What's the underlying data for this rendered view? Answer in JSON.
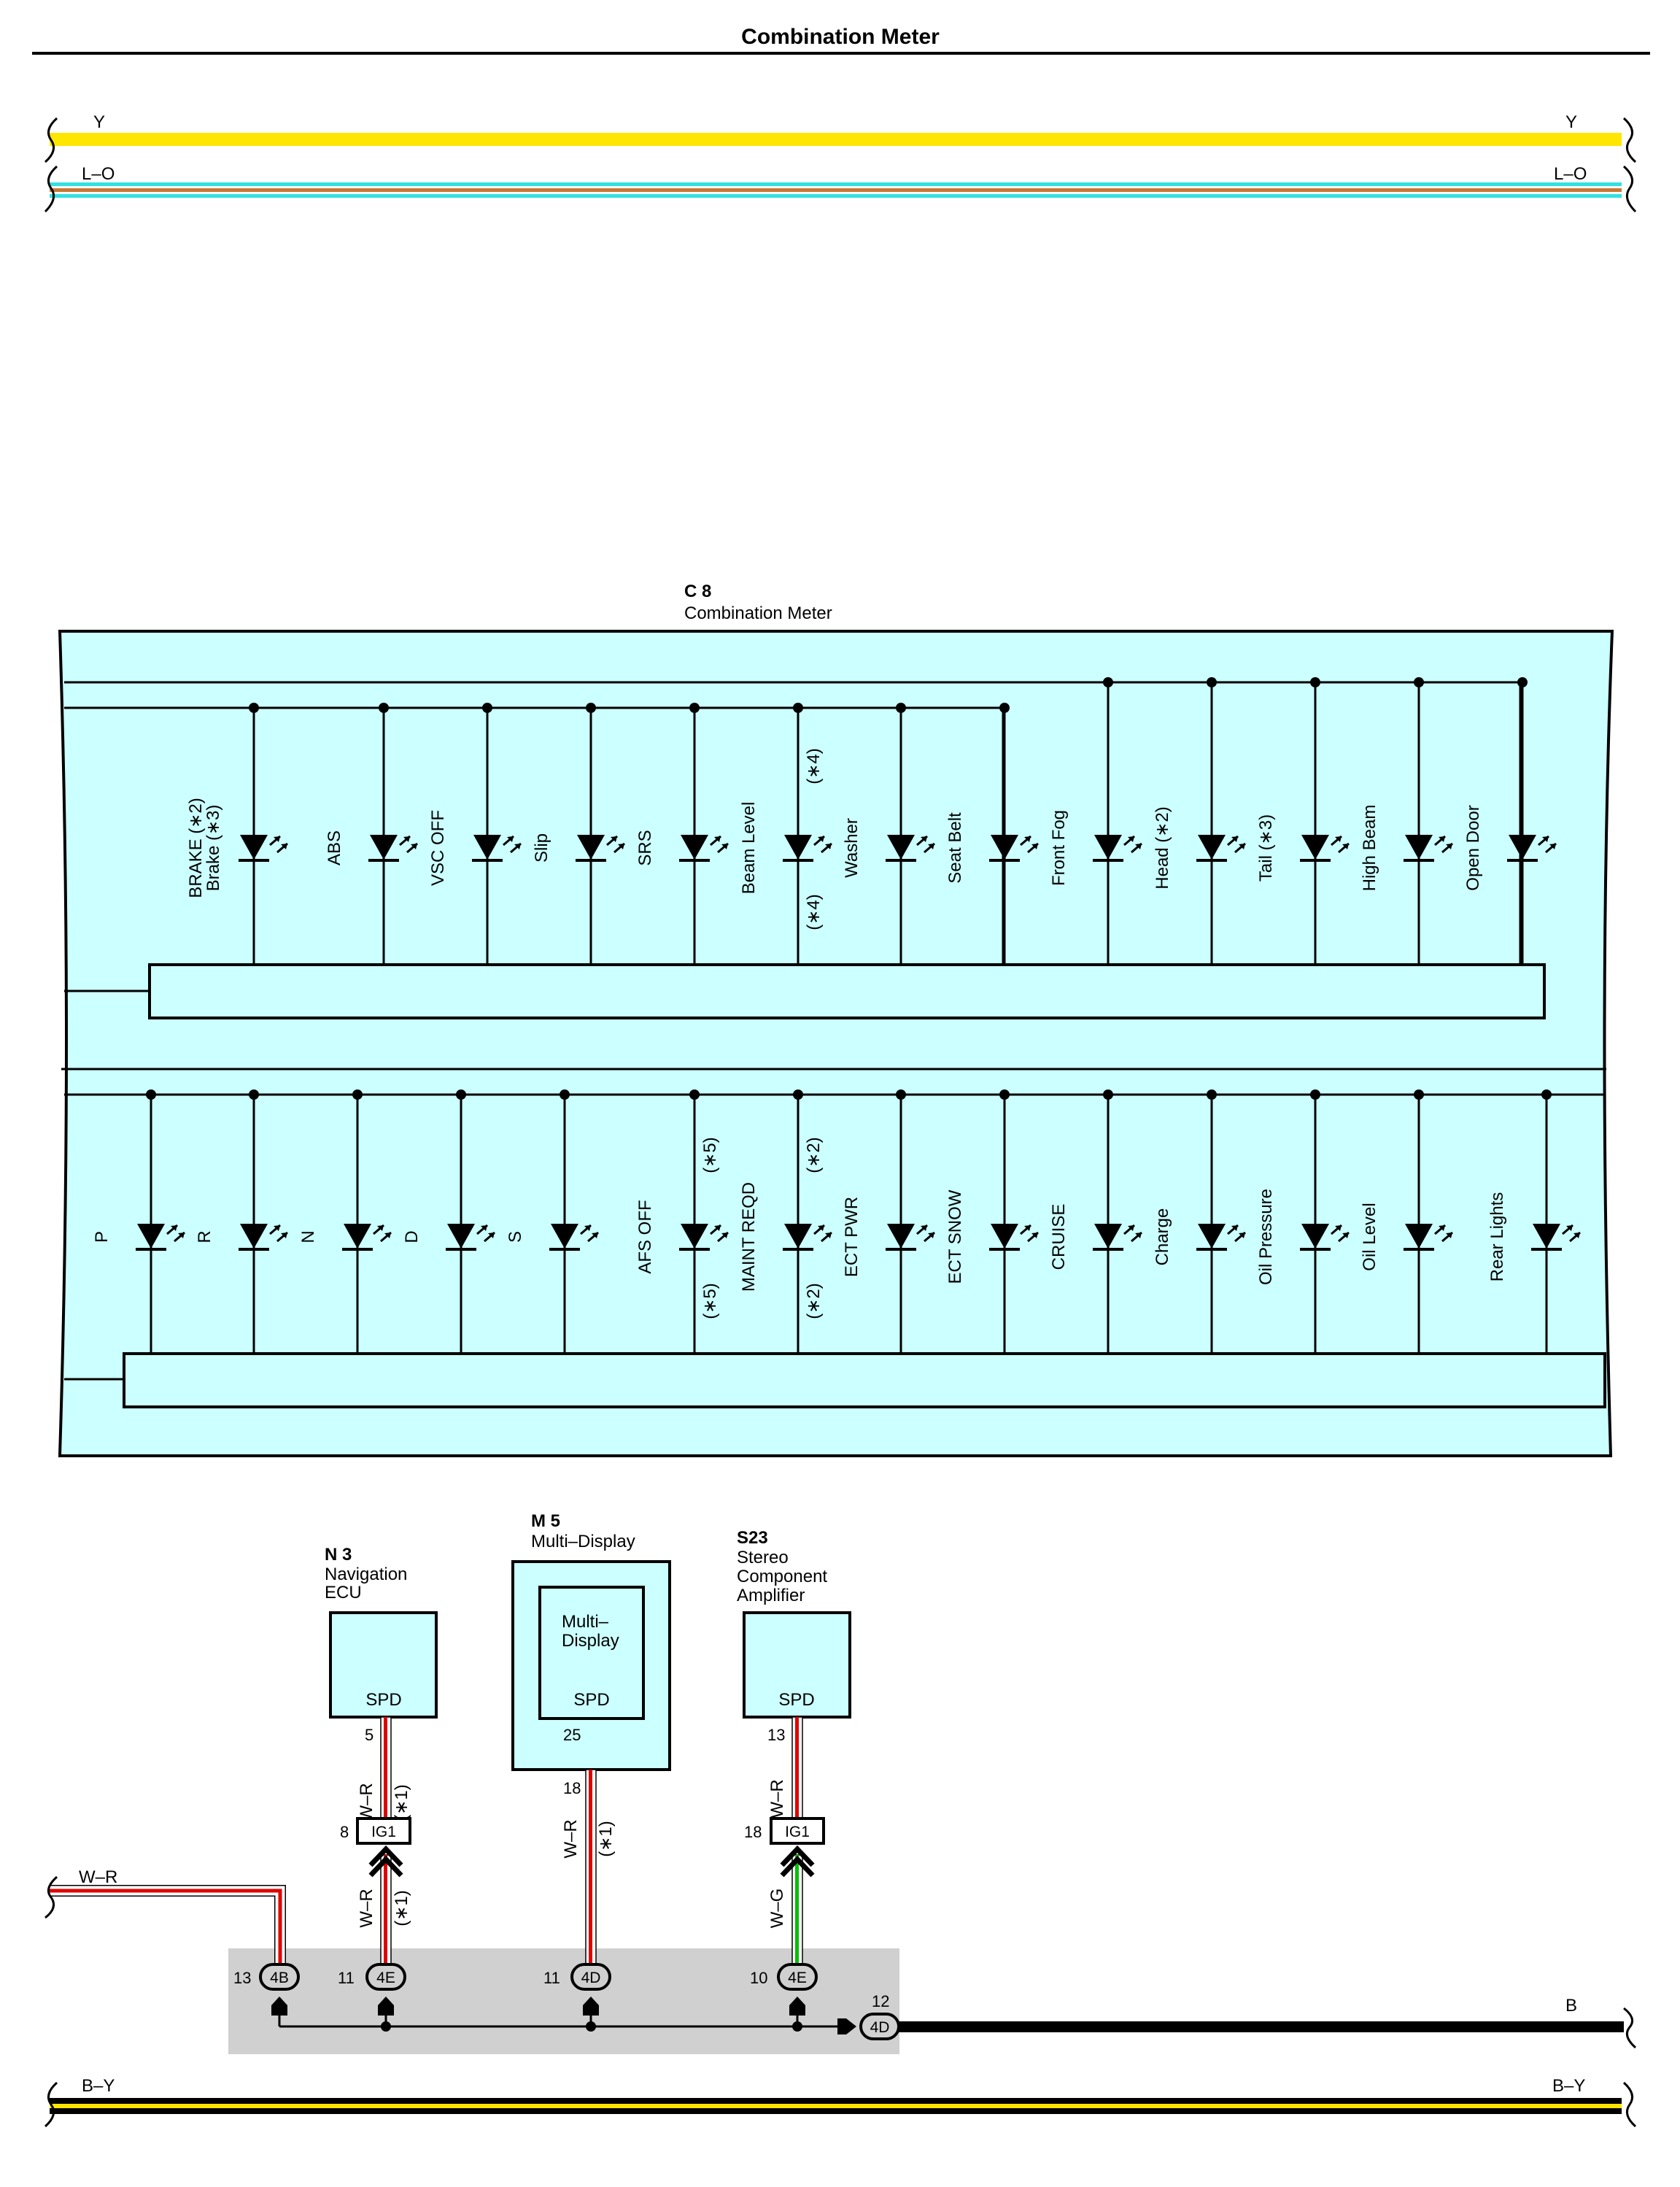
{
  "page": {
    "title": "Combination Meter"
  },
  "wires": {
    "top_yellow": "Y",
    "top_lo": "L–O",
    "bottom_by": "B–Y",
    "ground_b": "B",
    "left_wr": "W–R"
  },
  "meter": {
    "code": "C 8",
    "name": "Combination Meter",
    "row1": [
      {
        "lines": [
          "BRAKE (∗2)",
          "Brake (∗3)"
        ]
      },
      {
        "lines": [
          "ABS"
        ]
      },
      {
        "lines": [
          "VSC OFF"
        ]
      },
      {
        "lines": [
          "Slip"
        ]
      },
      {
        "lines": [
          "SRS"
        ]
      },
      {
        "lines": [
          "Beam Level"
        ],
        "note": "(∗4)"
      },
      {
        "lines": [
          "Washer"
        ]
      },
      {
        "lines": [
          "Seat Belt"
        ]
      },
      {
        "lines": [
          "Front Fog"
        ]
      },
      {
        "lines": [
          "Head (∗2)"
        ]
      },
      {
        "lines": [
          "Tail (∗3)"
        ]
      },
      {
        "lines": [
          "High Beam"
        ]
      },
      {
        "lines": [
          "Open Door"
        ]
      }
    ],
    "row2": [
      {
        "lines": [
          "P"
        ]
      },
      {
        "lines": [
          "R"
        ]
      },
      {
        "lines": [
          "N"
        ]
      },
      {
        "lines": [
          "D"
        ]
      },
      {
        "lines": [
          "S"
        ]
      },
      {
        "lines": [
          "AFS OFF"
        ],
        "note": "(∗5)"
      },
      {
        "lines": [
          "MAINT REQD"
        ],
        "note": "(∗2)"
      },
      {
        "lines": [
          "ECT PWR"
        ]
      },
      {
        "lines": [
          "ECT SNOW"
        ]
      },
      {
        "lines": [
          "CRUISE"
        ]
      },
      {
        "lines": [
          "Charge"
        ]
      },
      {
        "lines": [
          "Oil Pressure"
        ]
      },
      {
        "lines": [
          "Oil Level"
        ]
      },
      {
        "lines": [
          "Rear Lights"
        ]
      }
    ]
  },
  "components": {
    "nav": {
      "code": "N 3",
      "name1": "Navigation",
      "name2": "ECU",
      "pin_label": "SPD",
      "pin": "5",
      "wire": "W–R",
      "note": "(∗1)"
    },
    "md": {
      "code": "M 5",
      "name1": "Multi–Display",
      "inner1": "Multi–",
      "inner2": "Display",
      "pin_label": "SPD",
      "pin": "25",
      "pin2": "18",
      "wire": "W–R",
      "note": "(∗1)"
    },
    "stereo": {
      "code": "S23",
      "name1": "Stereo",
      "name2": "Component",
      "name3": "Amplifier",
      "pin_label": "SPD",
      "pin": "13",
      "wire": "W–R"
    }
  },
  "connectors": {
    "ig1_left": {
      "label": "IG1",
      "pin": "8",
      "wire_below": "W–R",
      "note": "(∗1)"
    },
    "ig1_right": {
      "label": "IG1",
      "pin": "18",
      "wire_below": "W–G"
    },
    "j1": {
      "label": "4B",
      "pin": "13"
    },
    "j2": {
      "label": "4E",
      "pin": "11"
    },
    "j3": {
      "label": "4D",
      "pin": "11"
    },
    "j4": {
      "label": "4E",
      "pin": "10"
    },
    "j5": {
      "label": "4D",
      "pin": "12"
    }
  },
  "colors": {
    "panel": "#ccffff",
    "yellow": "#ffe600",
    "cyan": "#33e0e0",
    "orange": "#c87832",
    "red": "#e00000",
    "green": "#00c000",
    "junction_bg": "#d0d0d0"
  }
}
